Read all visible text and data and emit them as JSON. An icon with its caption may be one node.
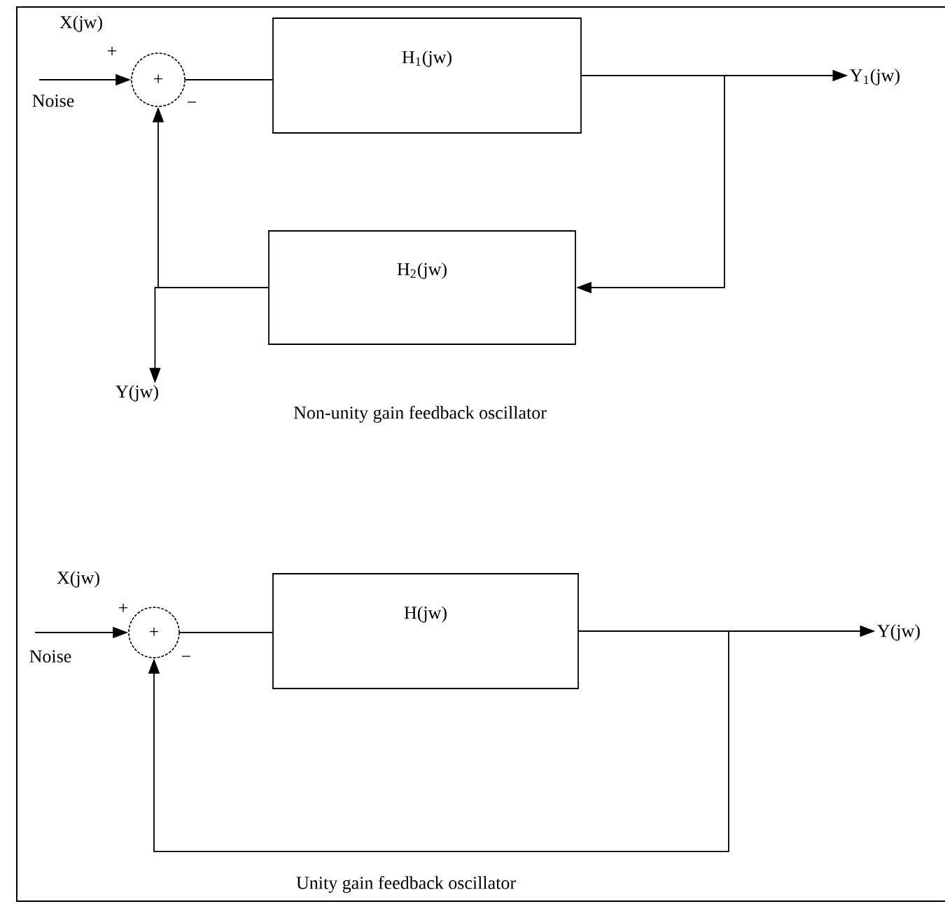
{
  "diagram": {
    "nodes": [
      {
        "text": [
          "+"
        ]
      },
      {
        "text": [
          "H$_{1}$(jw)"
        ]
      },
      {
        "text": [
          "H$_{2}$(jw)"
        ]
      },
      {
        "text": [
          "Y$_{1}$(jw)"
        ]
      },
      {
        "text": [
          "Y(jw)"
        ]
      },
      {
        "text": [
          "+"
        ]
      },
      {
        "text": [
          "H(jw)"
        ]
      },
      {
        "text": [
          "Y(jw)"
        ]
      }
    ],
    "edges": [
      {
        "from": null,
        "to": 0,
        "arrow": "to"
      },
      {
        "from": 0,
        "to": 1,
        "arrow": "none"
      },
      {
        "from": 1,
        "to": 3,
        "arrow": "to"
      },
      {
        "from": 1,
        "to": 2,
        "arrow": "to"
      },
      {
        "from": 2,
        "to": 0,
        "arrow": "to"
      },
      {
        "from": 2,
        "to": 4,
        "arrow": "to"
      },
      {
        "from": null,
        "to": 5,
        "arrow": "to"
      },
      {
        "from": 5,
        "to": 6,
        "arrow": "none"
      },
      {
        "from": 6,
        "to": 7,
        "arrow": "to"
      },
      {
        "from": 6,
        "to": 5,
        "arrow": "to"
      }
    ],
    "labels": [
      "X(jw)",
      "+",
      "Noise",
      "−",
      "Non-unity gain feedback oscillator",
      "X(jw)",
      "+",
      "Noise",
      "−",
      "Unity gain feedback oscillator"
    ]
  }
}
